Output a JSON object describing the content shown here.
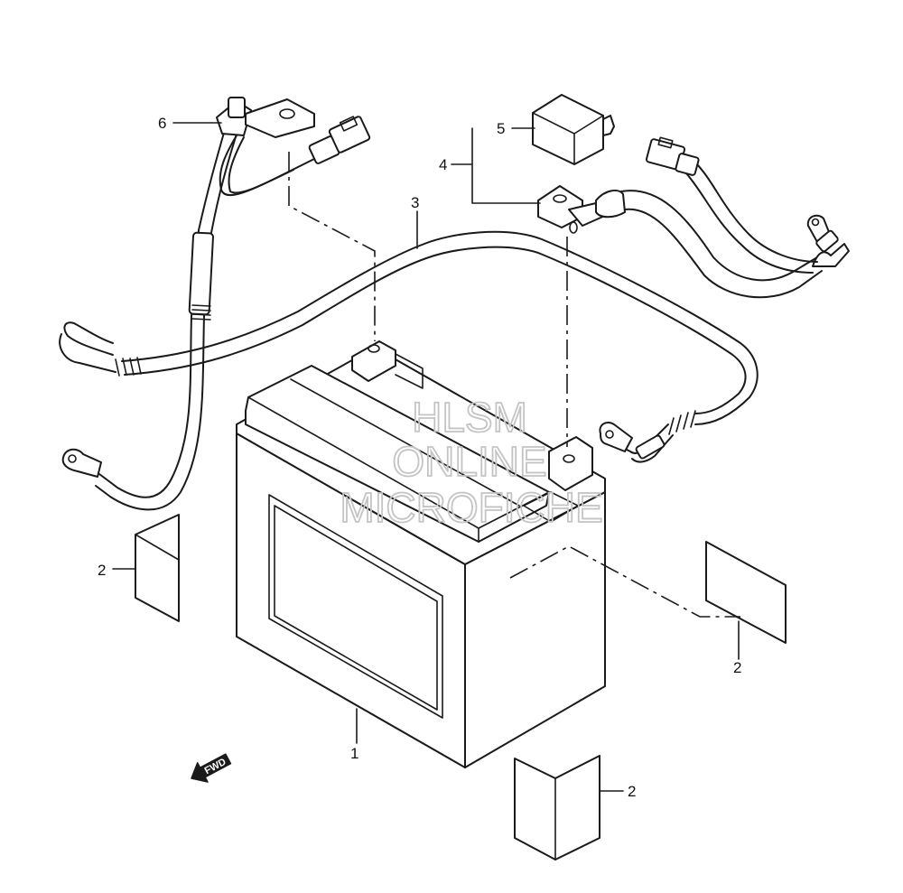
{
  "callouts": [
    {
      "label": "1",
      "part": "battery"
    },
    {
      "label": "2",
      "part": "pad-left"
    },
    {
      "label": "2",
      "part": "pad-right"
    },
    {
      "label": "2",
      "part": "pad-front"
    },
    {
      "label": "3",
      "part": "negative-cable"
    },
    {
      "label": "4",
      "part": "positive-cable-set"
    },
    {
      "label": "5",
      "part": "terminal-cover"
    },
    {
      "label": "6",
      "part": "starter-cable"
    }
  ],
  "watermark": {
    "line1": "HLSM",
    "line2": "ONLINE",
    "line3": "MICROFICHE",
    "color": "#c4c4c4"
  },
  "fwd_arrow": {
    "label": "FWD"
  },
  "colors": {
    "line": "#1a1a1a",
    "background": "#ffffff"
  }
}
